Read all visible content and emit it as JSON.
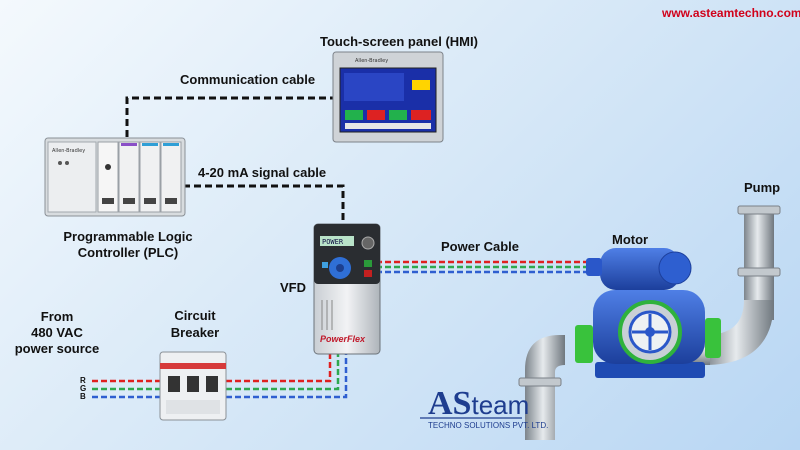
{
  "website": "www.asteamtechno.com",
  "labels": {
    "hmi": "Touch-screen panel (HMI)",
    "comm_cable": "Communication cable",
    "signal_cable": "4-20 mA signal cable",
    "plc_line1": "Programmable Logic",
    "plc_line2": "Controller (PLC)",
    "vfd": "VFD",
    "power_cable": "Power Cable",
    "motor": "Motor",
    "pump": "Pump",
    "source_line1": "From",
    "source_line2": "480 VAC",
    "source_line3": "power source",
    "breaker_line1": "Circuit",
    "breaker_line2": "Breaker"
  },
  "phases": [
    "R",
    "G",
    "B"
  ],
  "logo": {
    "as": "AS",
    "team": "team",
    "tagline": "TECHNO SOLUTIONS PVT. LTD."
  },
  "device_text": {
    "plc_brand": "Allen-Bradley",
    "hmi_brand": "Allen-Bradley",
    "vfd_display": "POWER",
    "vfd_brand": "PowerFlex"
  },
  "colors": {
    "phase_r": "#e02020",
    "phase_g": "#2fa84f",
    "phase_b": "#2f5fd0",
    "control_cable": "#111111",
    "website": "#d0021b",
    "motor_blue": "#2a57c9",
    "coupling_green": "#39c23c",
    "pipe_grey": "#a9b0b6"
  }
}
